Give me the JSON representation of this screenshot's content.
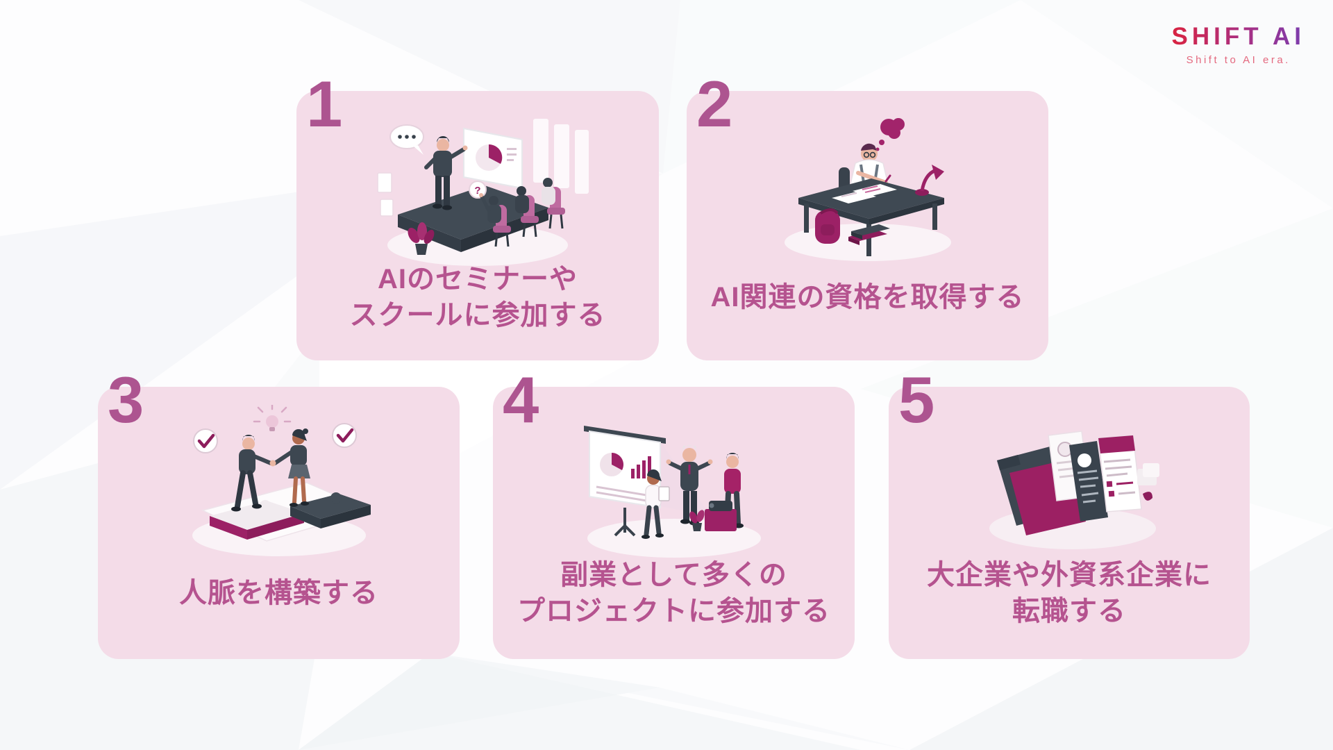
{
  "page": {
    "background_color": "#fdfdfe",
    "card_background": "#f4dce8",
    "number_color": "#ad5490",
    "title_color": "#b5538f",
    "illustration_palette": {
      "dark_slate": "#3d4751",
      "darker_slate": "#2f3842",
      "magenta": "#9c2166",
      "deep_magenta": "#8d1d5c",
      "chair_pink": "#bf6ba0",
      "skin": "#eab6a2",
      "soft_shadow": "#faf3f7"
    }
  },
  "logo": {
    "title": "SHIFT AI",
    "tagline": "Shift to AI era.",
    "gradient_start": "#d92340",
    "gradient_end": "#7b3dae",
    "tagline_color": "#e4697f"
  },
  "cards": [
    {
      "number": "1",
      "illustration": "ai-seminar-school",
      "title_lines": [
        "AIのセミナーや",
        "スクールに参加する"
      ]
    },
    {
      "number": "2",
      "illustration": "study-certification",
      "title_lines": [
        "AI関連の資格を取得する"
      ]
    },
    {
      "number": "3",
      "illustration": "handshake-network",
      "title_lines": [
        "人脈を構築する"
      ]
    },
    {
      "number": "4",
      "illustration": "side-project-presentation",
      "title_lines": [
        "副業として多くの",
        "プロジェクトに参加する"
      ]
    },
    {
      "number": "5",
      "illustration": "resume-documents",
      "title_lines": [
        "大企業や外資系企業に",
        "転職する"
      ]
    }
  ]
}
